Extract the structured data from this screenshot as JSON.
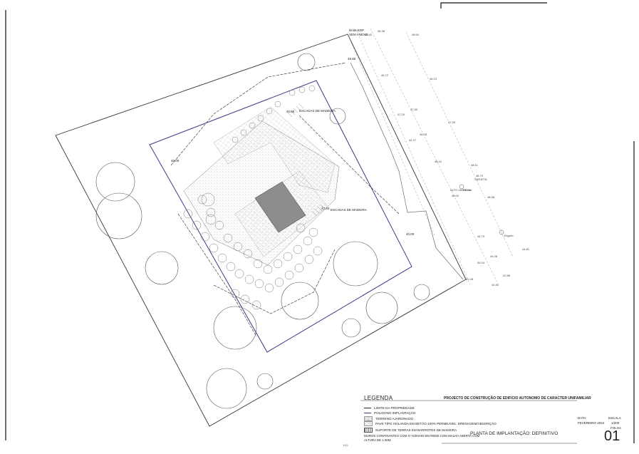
{
  "drawing": {
    "top_labels": {
      "a": "limite EDP",
      "b": "SEM ANEXO",
      "c": "46.40",
      "d": "46.38"
    },
    "levels": {
      "l1": "49.80",
      "l2": "40.00",
      "l3": "40.86",
      "l4": "47.20",
      "l5": "40.00",
      "r1": "46.72",
      "r2": "46.23",
      "r3": "47.30",
      "r4": "47.20",
      "r5": "47.30",
      "r6": "48.42",
      "r7": "48.11",
      "r8": "48.79",
      "r9": "48.00",
      "r10": "48.38",
      "r11": "44.79",
      "r12": "44.81",
      "r13": "44.28",
      "r14": "44.04",
      "r15": "42.86",
      "r16": "42.81",
      "r17": "45.28",
      "r18": "42.27",
      "r19": "41.08",
      "r20": "48.64"
    },
    "annotations": {
      "stairs_top": "ESCADAS DE MADEIRA",
      "stairs_bottom": "ESCADAS DE MADEIRA",
      "gauge_label": "SARJETA",
      "alto_label": "ALTO SARJETA",
      "pluvial": "Pluvial",
      "esgoto": "Esgoto"
    }
  },
  "legend": {
    "title": "LEGENDA",
    "project": "PROJECTO DE CONSTRUÇÃO DE EDIFICIO AUTONOMO DE CARACTER UNIFAMILIAR",
    "items": [
      {
        "label": "LIMITE DA PROPRIEDADE"
      },
      {
        "label": "POLIGONO IMPLANTAÇÃO"
      },
      {
        "label": "TERRENO AJARDINADO"
      },
      {
        "label": "PAVE TIPO HOLANDA EM BETÃO 100% PERMEAVEL"
      },
      {
        "label": "SUPORTE DE TERRAS EM BARROTES DE MADEIRA"
      }
    ],
    "pave_extra": "DRENAGEM/ABSORÇÃO",
    "note_line1": "MUROS CONFINANTES COM O VIZINHO EM REDE COM MALHA ABERTA COM",
    "note_line2": "ALTURA DE 1.50M",
    "plan_title": "PLANTA DE IMPLANTAÇÃO: DEFINITIVO",
    "data_label": "DATA",
    "data_value": "FEVEREIRO 2024",
    "escala_label": "ESCALA",
    "escala_value": "1/200",
    "folha_label": "FOLHA",
    "folha_value": "01"
  },
  "page_number": "1/12",
  "colors": {
    "line": "#333333",
    "blue": "#3a3a8a",
    "hatch": "#9a9a9a",
    "slab": "#8f8f8f"
  }
}
